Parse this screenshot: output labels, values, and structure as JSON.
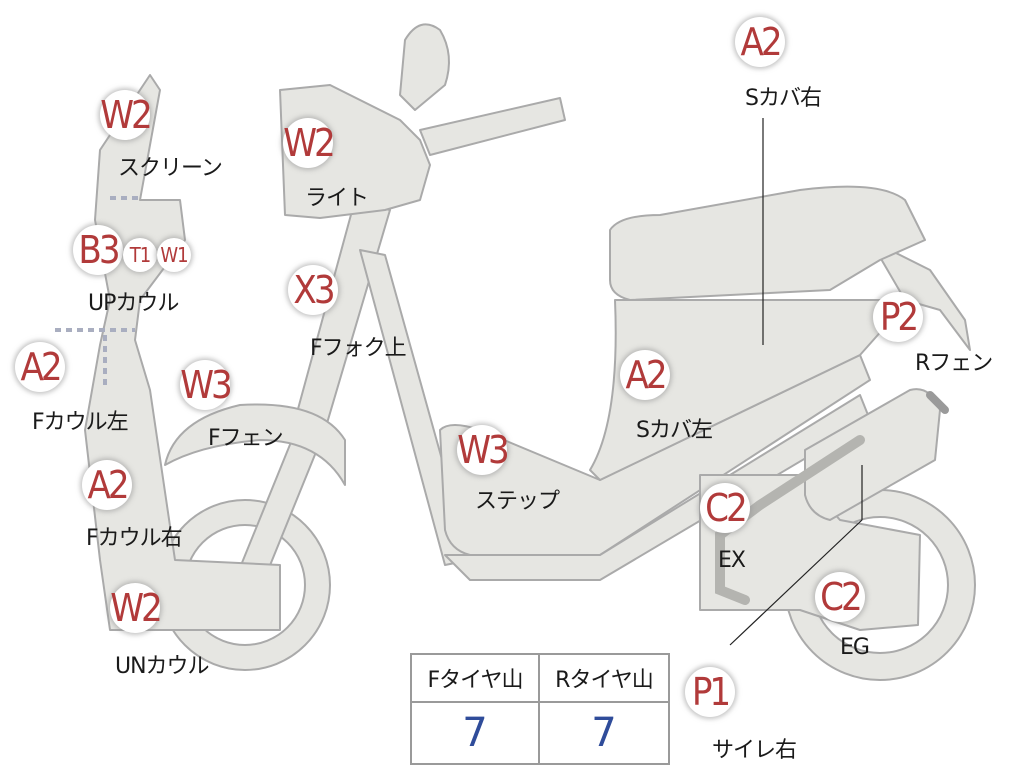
{
  "colors": {
    "body_fill": "#e6e6e2",
    "outline": "#aaaaaa",
    "marker_text": "#b13a3a",
    "value_text": "#2f4c9a"
  },
  "markers": [
    {
      "id": "w2-screen",
      "code": "W2",
      "label": "スクリーン"
    },
    {
      "id": "w2-light",
      "code": "W2",
      "label": "ライト"
    },
    {
      "id": "b3-upcowl",
      "code": "B3",
      "label": "UPカウル"
    },
    {
      "id": "t1",
      "code": "T1"
    },
    {
      "id": "w1",
      "code": "W1"
    },
    {
      "id": "x3-ffork",
      "code": "X3",
      "label": "Fフォク上"
    },
    {
      "id": "a2-fcowl-left",
      "code": "A2",
      "label": "Fカウル左"
    },
    {
      "id": "w3-ffender",
      "code": "W3",
      "label": "Fフェン"
    },
    {
      "id": "a2-fcowl-right",
      "code": "A2",
      "label": "Fカウル右"
    },
    {
      "id": "w2-uncowl",
      "code": "W2",
      "label": "UNカウル"
    },
    {
      "id": "w3-step",
      "code": "W3",
      "label": "ステップ"
    },
    {
      "id": "a2-scover-left",
      "code": "A2",
      "label": "Sカバ左"
    },
    {
      "id": "a2-scover-right",
      "code": "A2",
      "label": "Sカバ右"
    },
    {
      "id": "p2-rfender",
      "code": "P2",
      "label": "Rフェン"
    },
    {
      "id": "c2-ex",
      "code": "C2",
      "label": "EX"
    },
    {
      "id": "c2-eg",
      "code": "C2",
      "label": "EG"
    },
    {
      "id": "p1-silencer",
      "code": "P1",
      "label": "サイレ右"
    }
  ],
  "tire_table": {
    "front_label": "Fタイヤ山",
    "rear_label": "Rタイヤ山",
    "front_value": "7",
    "rear_value": "7"
  }
}
